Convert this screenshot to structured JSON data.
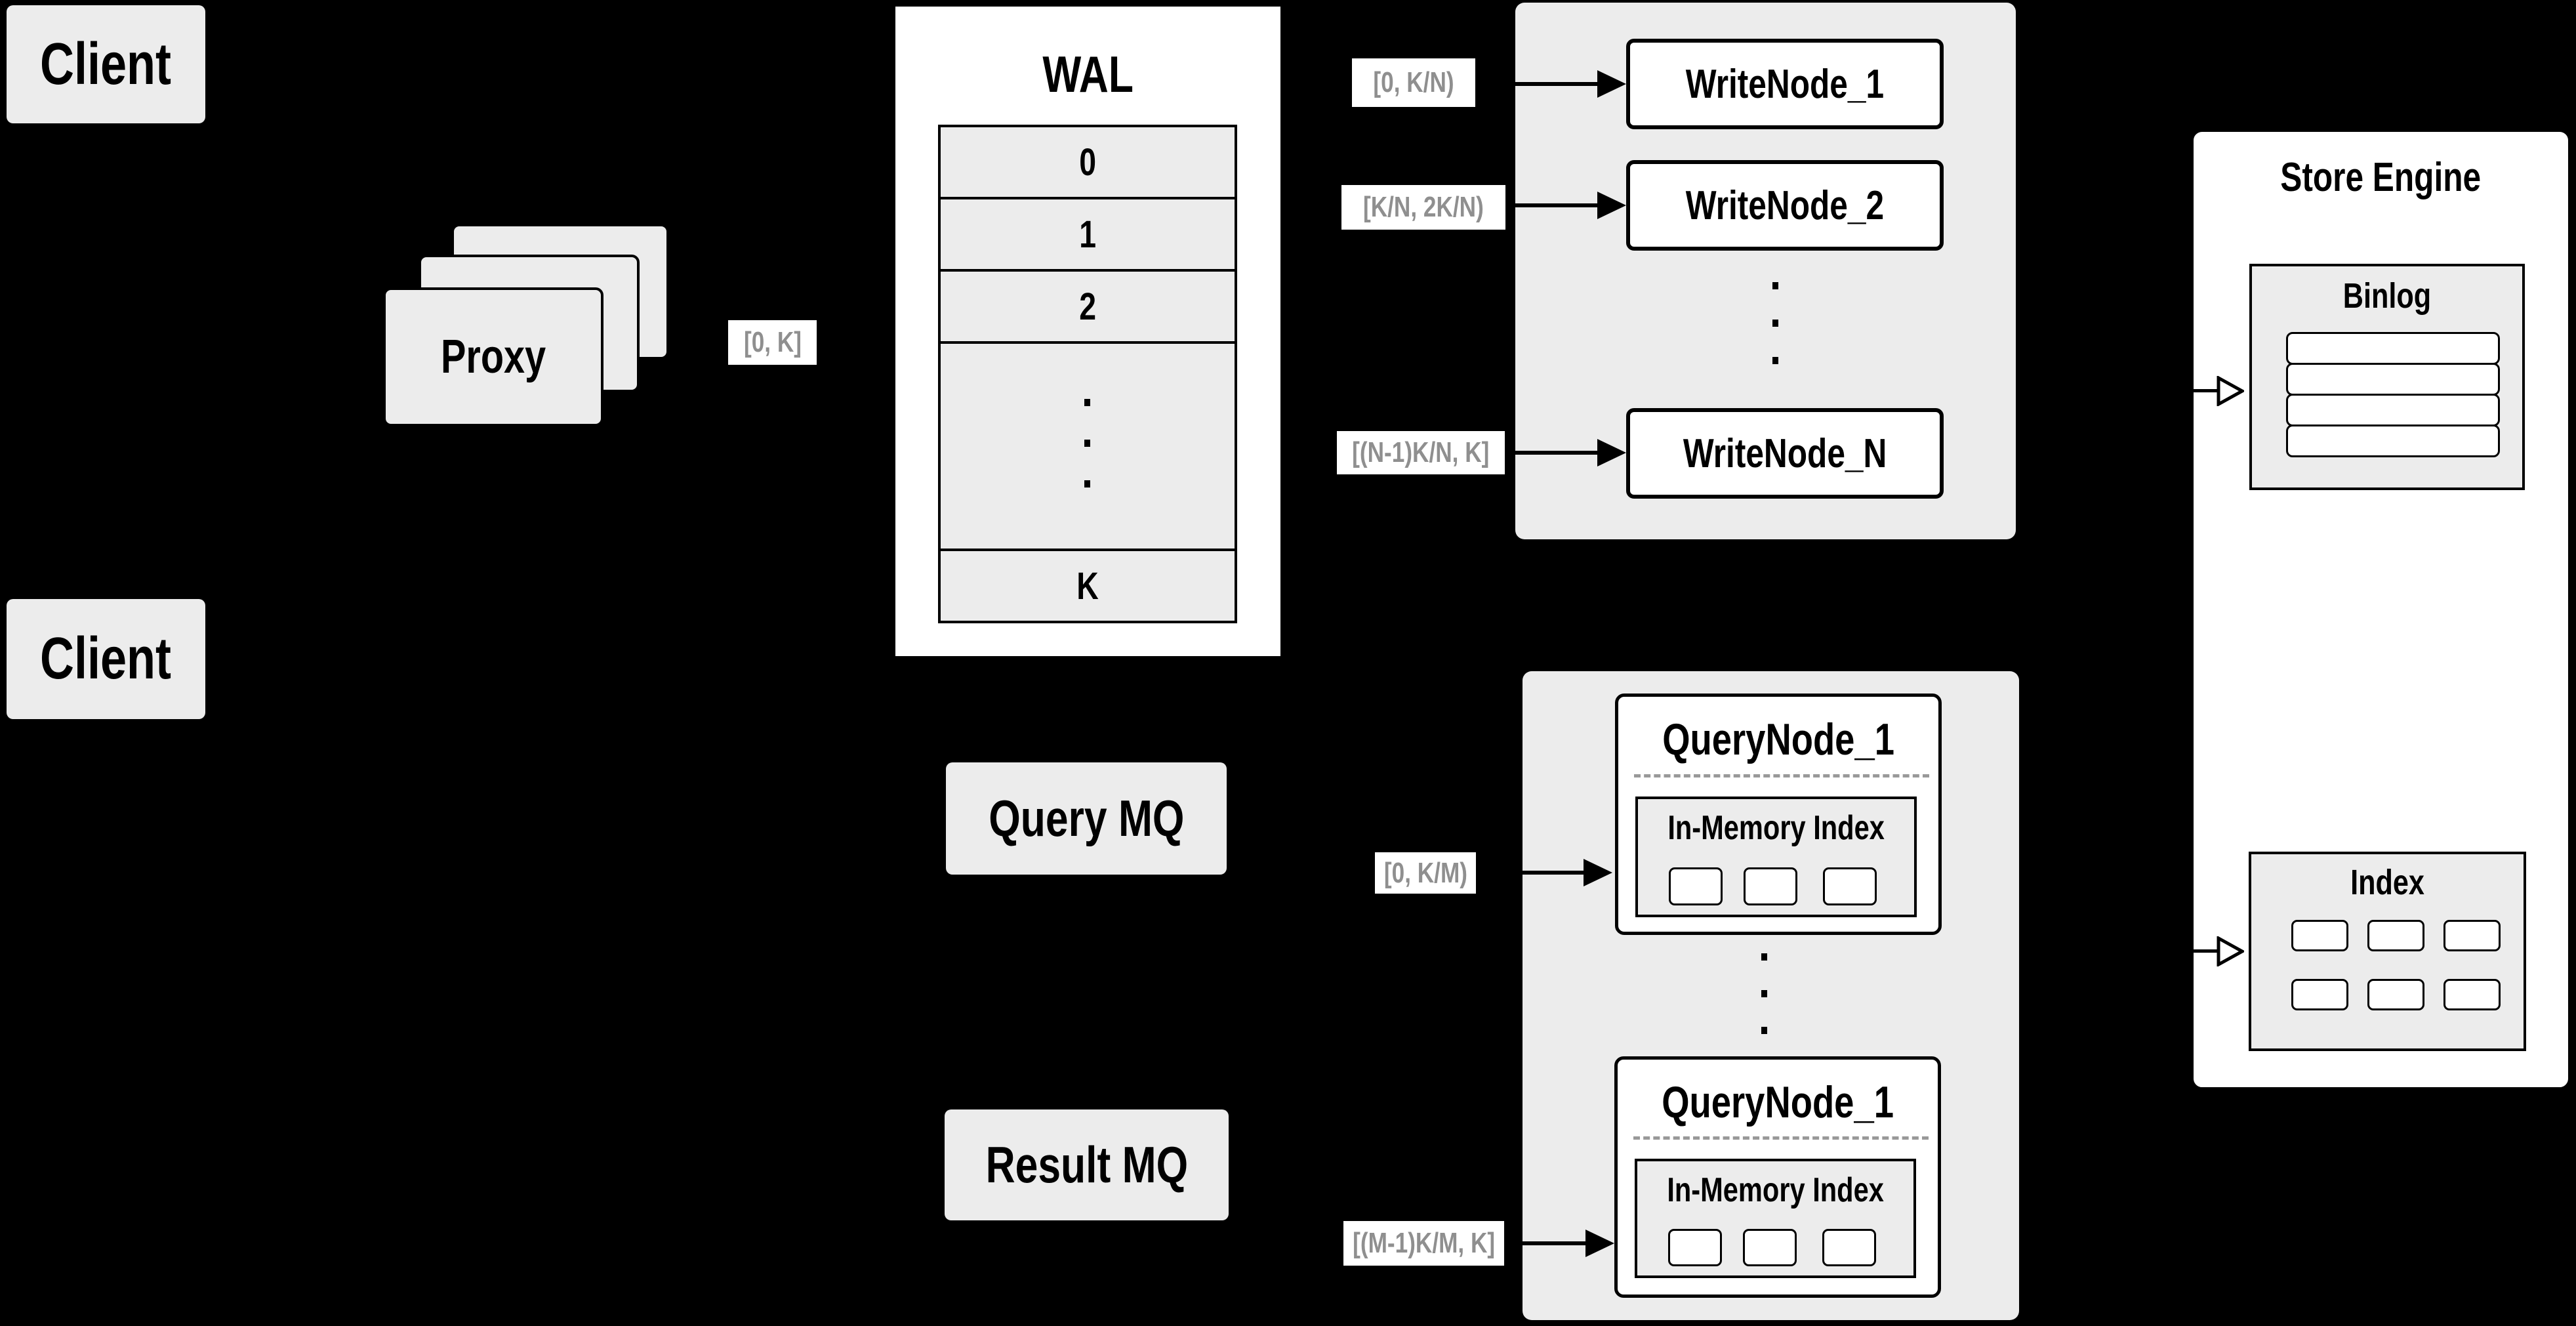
{
  "clients": [
    "Client",
    "Client"
  ],
  "proxy": {
    "label": "Proxy"
  },
  "wal": {
    "title": "WAL",
    "cells": [
      "0",
      "1",
      "2"
    ],
    "last_cell": "K"
  },
  "range_labels": {
    "client_to_wal": "[0, K]",
    "write_1": "[0, K/N)",
    "write_2": "[K/N, 2K/N)",
    "write_n": "[(N-1)K/N, K]",
    "query_1": "[0, K/M)",
    "query_m": "[(M-1)K/M, K]"
  },
  "write_nodes": [
    "WriteNode_1",
    "WriteNode_2",
    "WriteNode_N"
  ],
  "query_nodes": [
    {
      "title": "QueryNode_1",
      "inner_title": "In-Memory Index"
    },
    {
      "title": "QueryNode_1",
      "inner_title": "In-Memory Index"
    }
  ],
  "mq": {
    "query": "Query MQ",
    "result": "Result MQ"
  },
  "store_engine": {
    "title": "Store Engine",
    "binlog_title": "Binlog",
    "index_title": "Index"
  },
  "colors": {
    "background": "#000000",
    "panel_fill": "#ececec",
    "node_fill": "#ffffff",
    "line": "#000000",
    "range_text": "#8f8f8f",
    "dashed_separator": "#999999"
  }
}
